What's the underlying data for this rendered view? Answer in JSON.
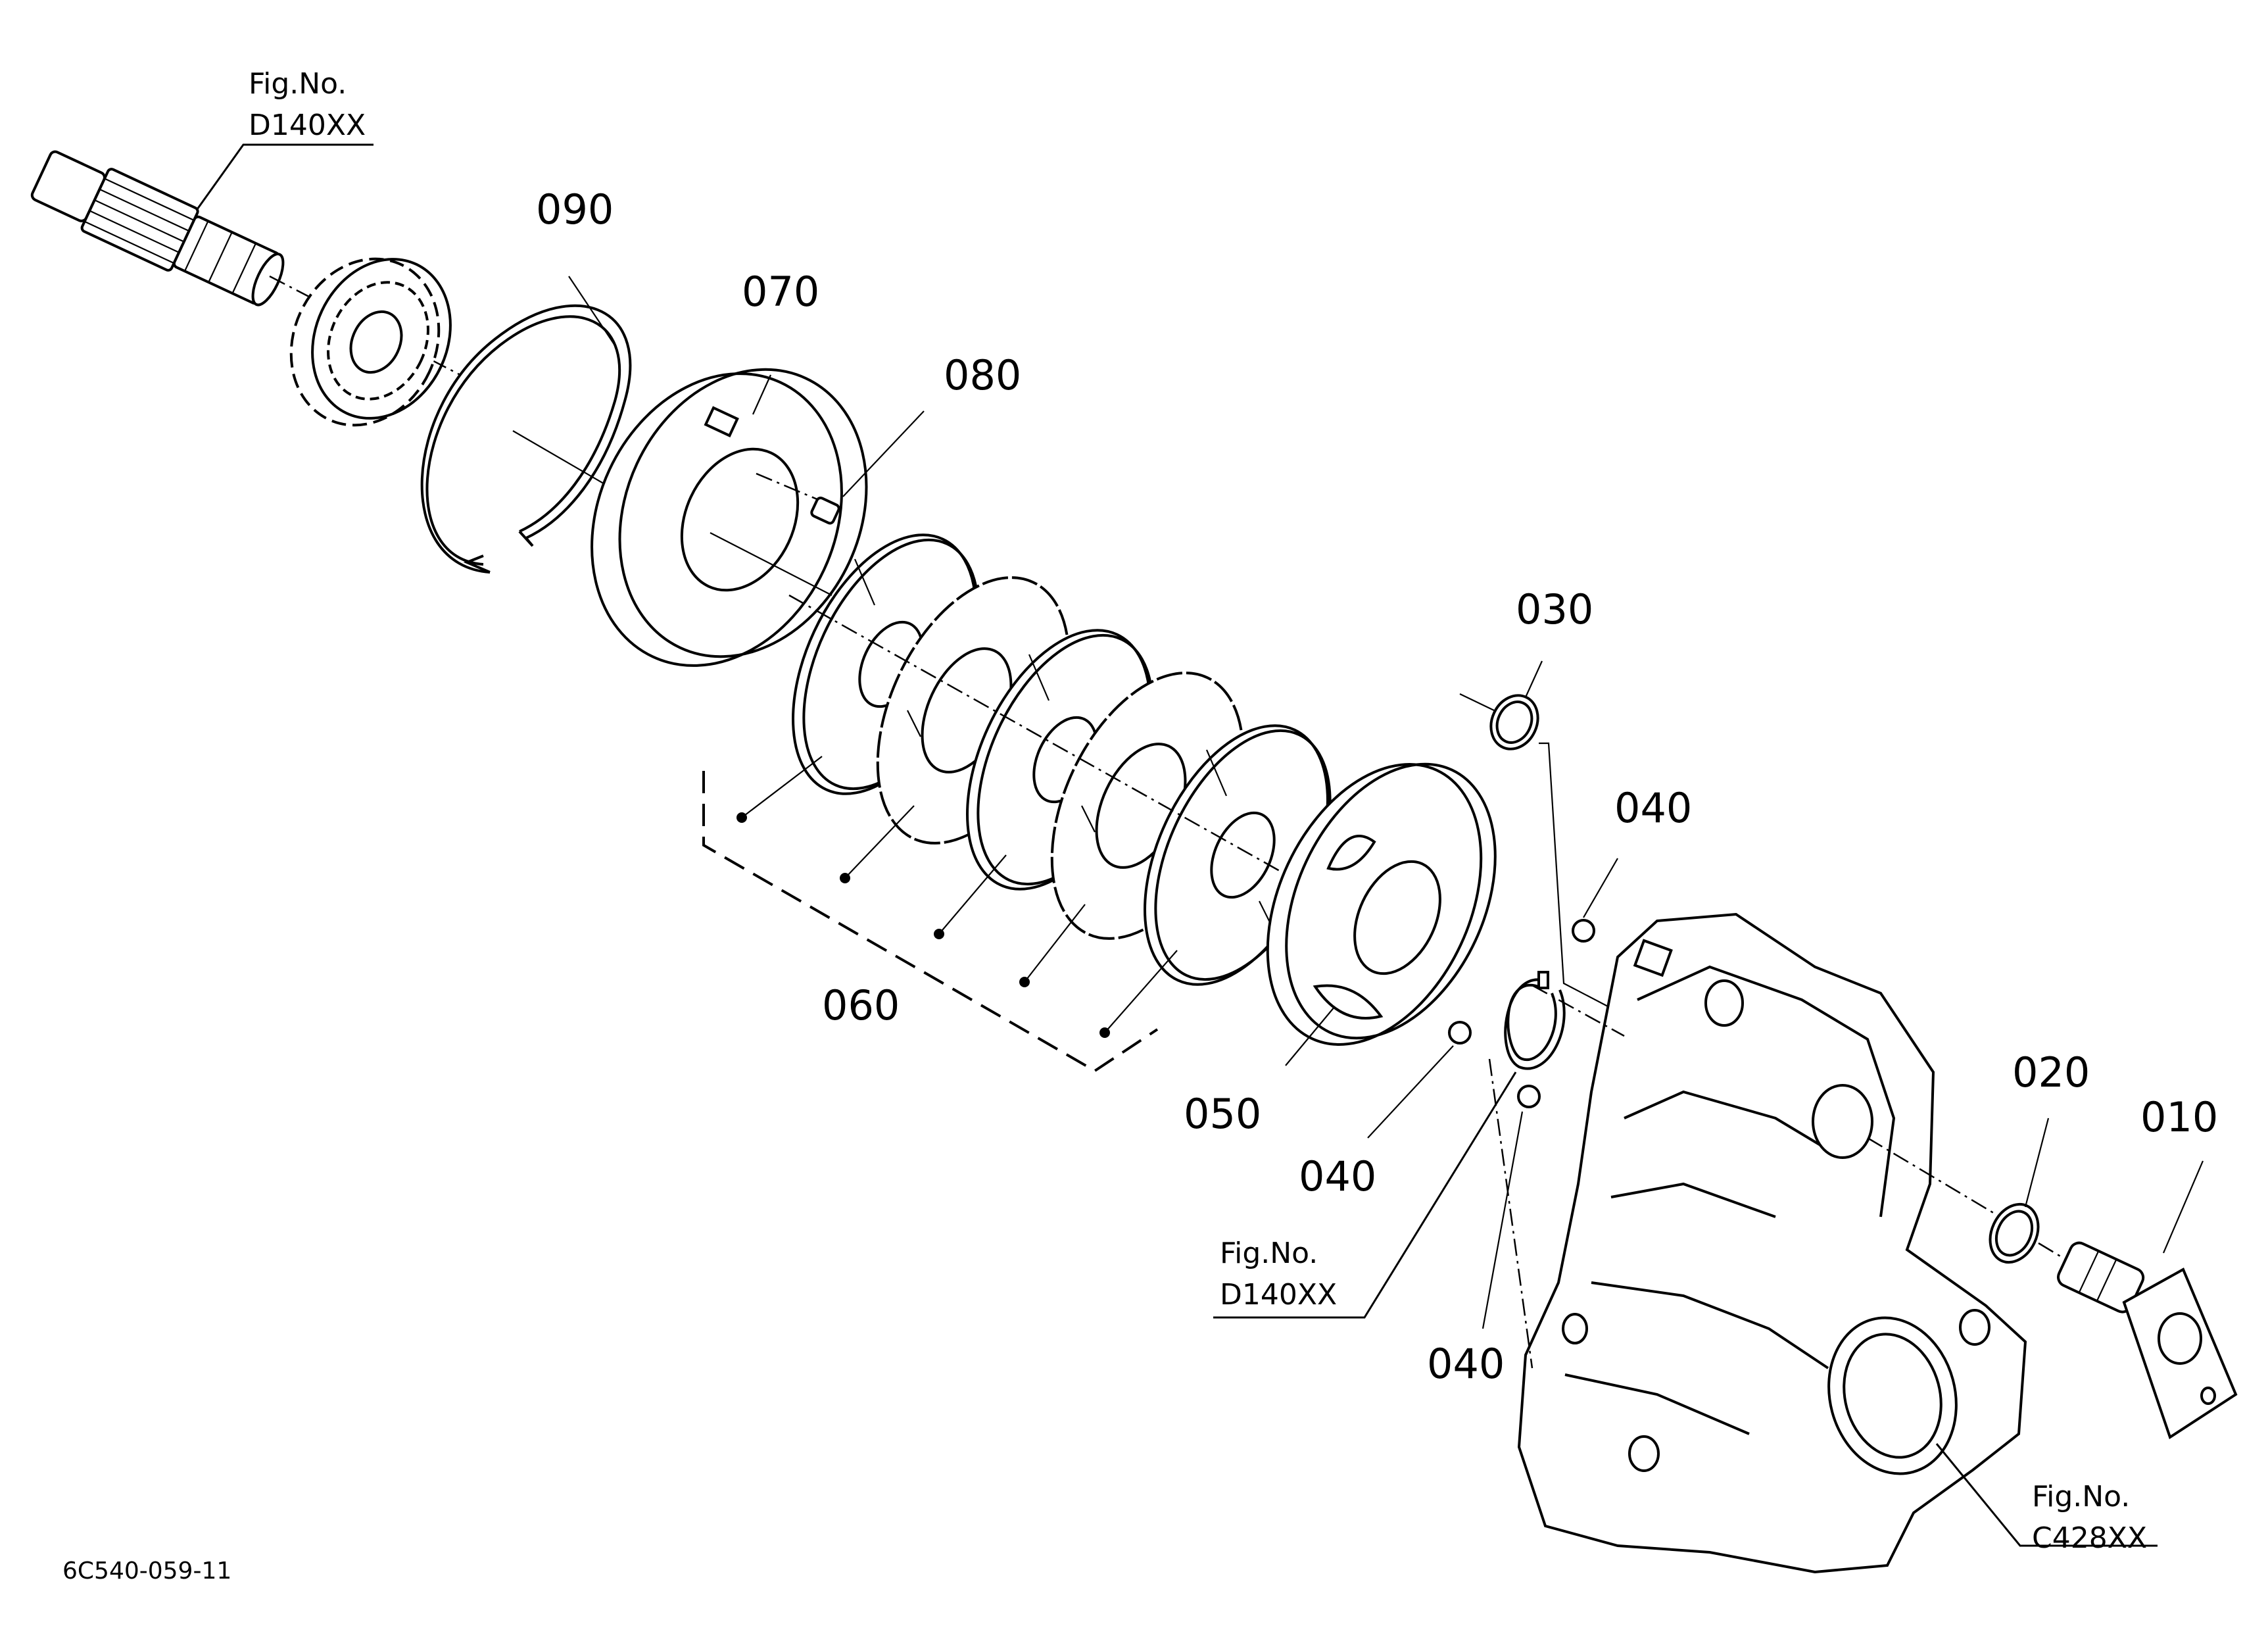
{
  "diagram_code": "6C540-059-11",
  "part_numbers": {
    "p010": "010",
    "p020": "020",
    "p030": "030",
    "p040_top": "040",
    "p040_mid": "040",
    "p040_low": "040",
    "p050": "050",
    "p060": "060",
    "p070": "070",
    "p080": "080",
    "p090": "090"
  },
  "fig_refs": [
    {
      "label": "Fig.No.",
      "code": "D140XX"
    },
    {
      "label": "Fig.No.",
      "code": "D140XX"
    },
    {
      "label": "Fig.No.",
      "code": "C428XX"
    }
  ]
}
